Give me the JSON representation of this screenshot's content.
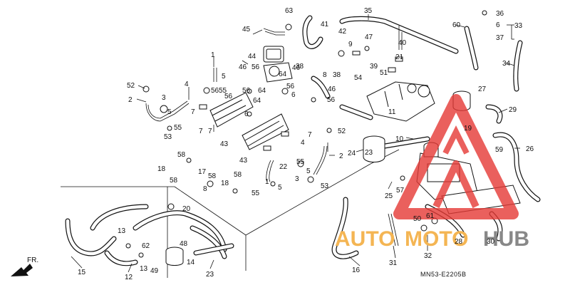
{
  "diagram_code": "MN53-E2205B",
  "direction_label": "FR.",
  "watermark": {
    "part1": "AUTO",
    "part2": "MOTO",
    "part3": "HUB"
  },
  "callouts": [
    "1",
    "2",
    "3",
    "4",
    "5",
    "6",
    "7",
    "8",
    "9",
    "10",
    "11",
    "12",
    "13",
    "14",
    "15",
    "16",
    "17",
    "18",
    "19",
    "20",
    "21",
    "22",
    "23",
    "24",
    "25",
    "26",
    "27",
    "28",
    "29",
    "30",
    "31",
    "32",
    "33",
    "34",
    "35",
    "36",
    "37",
    "38",
    "39",
    "40",
    "41",
    "42",
    "43",
    "44",
    "45",
    "46",
    "47",
    "48",
    "49",
    "50",
    "51",
    "52",
    "53",
    "54",
    "55",
    "56",
    "57",
    "58",
    "59",
    "60",
    "61",
    "62",
    "63",
    "64"
  ]
}
